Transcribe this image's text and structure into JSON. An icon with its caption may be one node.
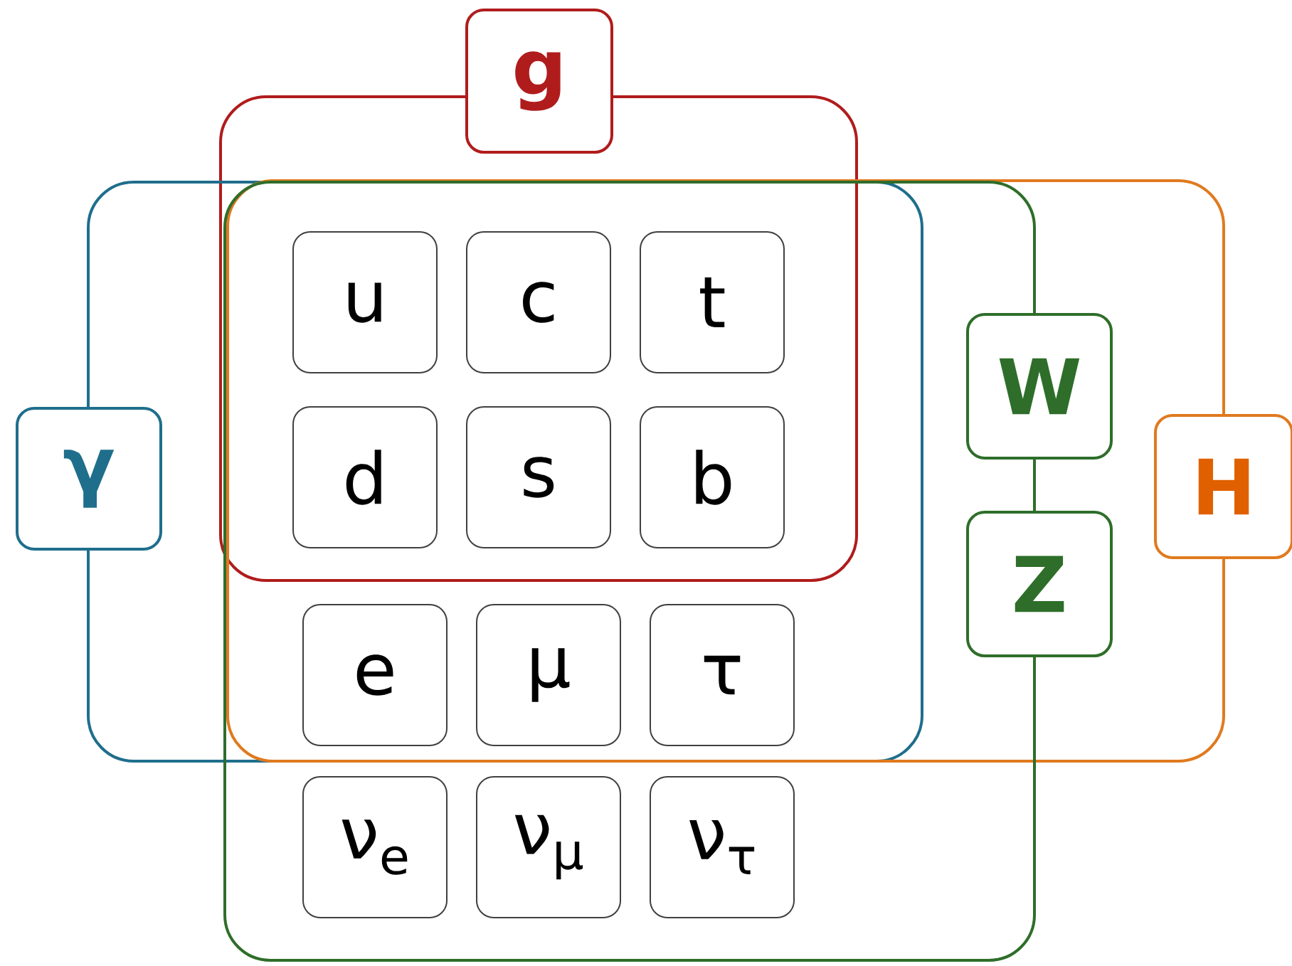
{
  "diagram": {
    "nodes": [
      {
        "text": [
          "g"
        ]
      },
      {
        "text": [
          "γ"
        ]
      },
      {
        "text": [
          "W"
        ]
      },
      {
        "text": [
          "Z"
        ]
      },
      {
        "text": [
          "H"
        ]
      },
      {
        "text": [
          "u"
        ]
      },
      {
        "text": [
          "c"
        ]
      },
      {
        "text": [
          "t"
        ]
      },
      {
        "text": [
          "d"
        ]
      },
      {
        "text": [
          "s"
        ]
      },
      {
        "text": [
          "b"
        ]
      },
      {
        "text": [
          "e"
        ]
      },
      {
        "text": [
          "μ"
        ]
      },
      {
        "text": [
          "τ"
        ]
      },
      {
        "text": [
          "ν$_{e}$"
        ]
      },
      {
        "text": [
          "ν$_{μ}$"
        ]
      },
      {
        "text": [
          "ν$_{τ}$"
        ]
      }
    ]
  }
}
